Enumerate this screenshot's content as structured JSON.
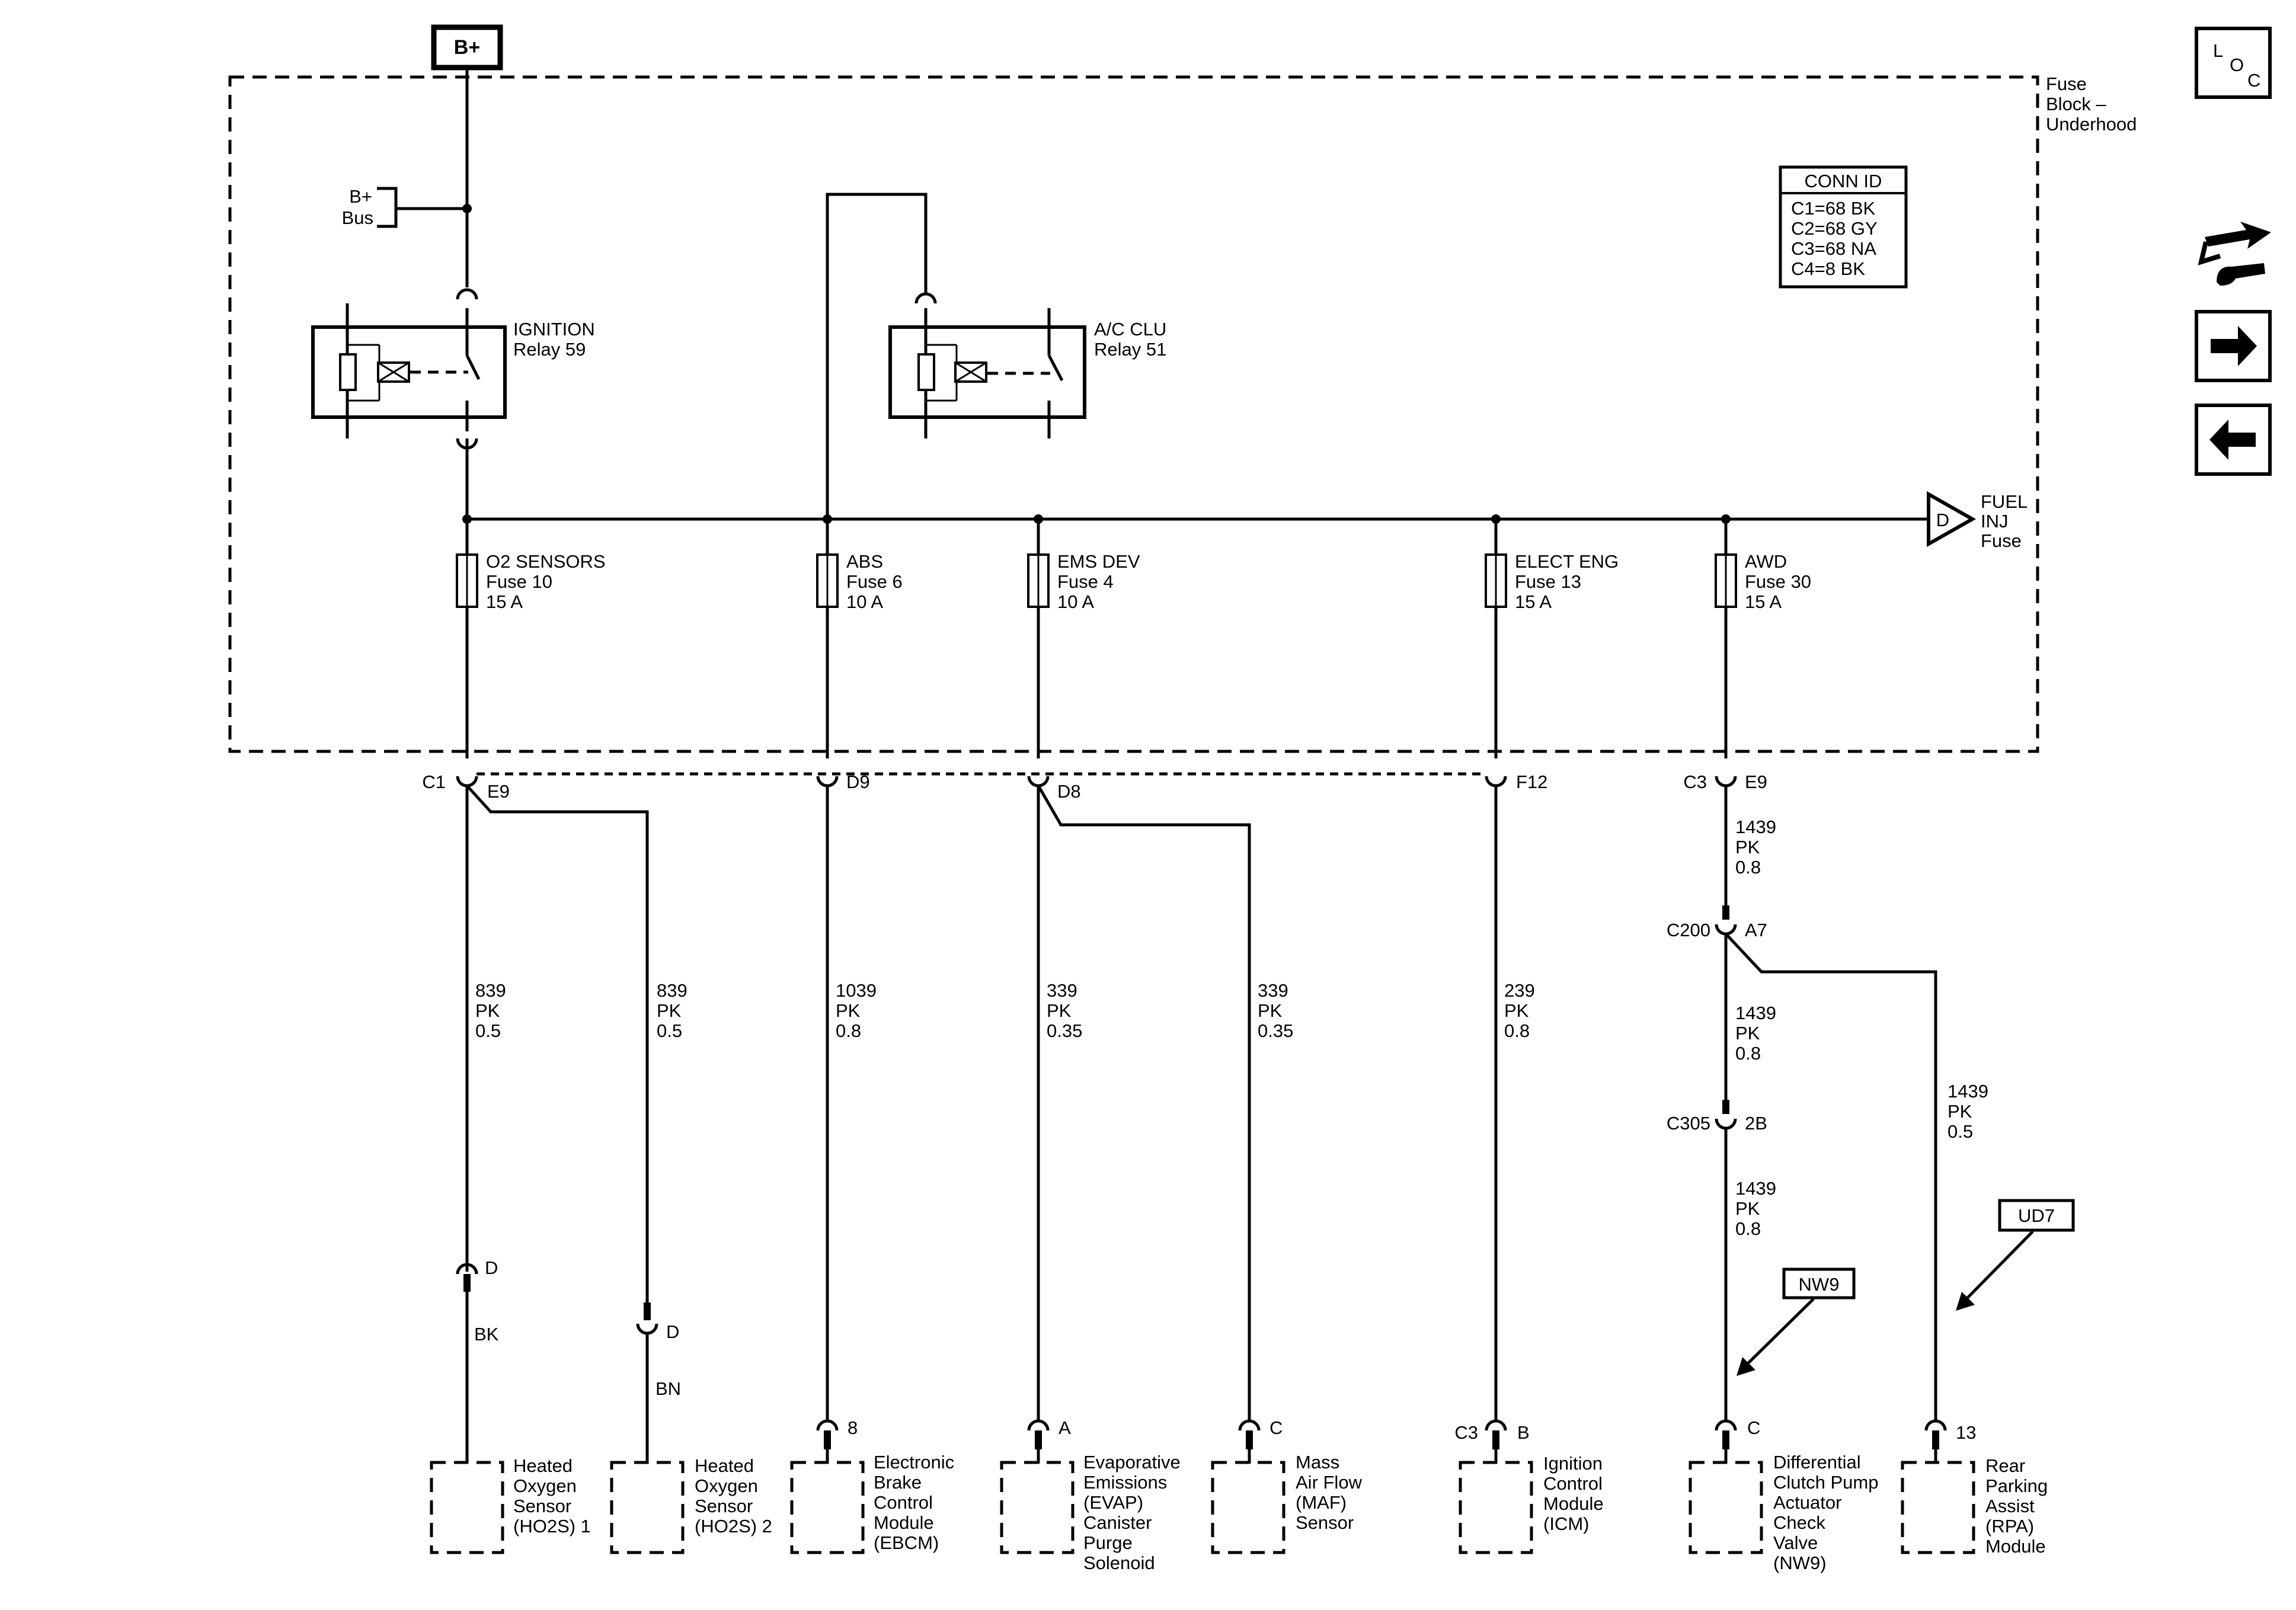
{
  "power": {
    "source": "B+",
    "bus_line1": "B+",
    "bus_line2": "Bus"
  },
  "fuse_block": {
    "line1": "Fuse",
    "line2": "Block –",
    "line3": "Underhood"
  },
  "conn_id": {
    "title": "CONN ID",
    "rows": [
      "C1=68 BK",
      "C2=68 GY",
      "C3=68 NA",
      "C4=8 BK"
    ]
  },
  "relays": [
    {
      "name": "IGNITION",
      "sub": "Relay 59"
    },
    {
      "name": "A/C CLU",
      "sub": "Relay 51"
    }
  ],
  "fuel_inj": {
    "letter": "D",
    "line1": "FUEL",
    "line2": "INJ",
    "line3": "Fuse"
  },
  "fuses": [
    {
      "name": "O2 SENSORS",
      "fuse": "Fuse 10",
      "amps": "15 A"
    },
    {
      "name": "ABS",
      "fuse": "Fuse 6",
      "amps": "10 A"
    },
    {
      "name": "EMS DEV",
      "fuse": "Fuse 4",
      "amps": "10 A"
    },
    {
      "name": "ELECT ENG",
      "fuse": "Fuse 13",
      "amps": "15 A"
    },
    {
      "name": "AWD",
      "fuse": "Fuse 30",
      "amps": "15 A"
    }
  ],
  "connectors": {
    "c1": "C1",
    "e9": "E9",
    "d9": "D9",
    "d8": "D8",
    "f12": "F12",
    "c3": "C3",
    "c3_e9": "E9",
    "c200": "C200",
    "a7": "A7",
    "c305": "C305",
    "b2": "2B"
  },
  "wires": [
    {
      "circuit": "839",
      "color": "PK",
      "size": "0.5"
    },
    {
      "circuit": "839",
      "color": "PK",
      "size": "0.5"
    },
    {
      "circuit": "1039",
      "color": "PK",
      "size": "0.8"
    },
    {
      "circuit": "339",
      "color": "PK",
      "size": "0.35"
    },
    {
      "circuit": "339",
      "color": "PK",
      "size": "0.35"
    },
    {
      "circuit": "239",
      "color": "PK",
      "size": "0.8"
    },
    {
      "circuit": "1439",
      "color": "PK",
      "size": "0.8"
    },
    {
      "circuit": "1439",
      "color": "PK",
      "size": "0.8"
    },
    {
      "circuit": "1439",
      "color": "PK",
      "size": "0.8"
    },
    {
      "circuit": "1439",
      "color": "PK",
      "size": "0.5"
    }
  ],
  "options": [
    "NW9",
    "UD7"
  ],
  "components": [
    {
      "pin": "D",
      "conn": "",
      "wire_color": "BK",
      "lines": [
        "Heated",
        "Oxygen",
        "Sensor",
        "(HO2S) 1"
      ]
    },
    {
      "pin": "D",
      "conn": "",
      "wire_color": "BN",
      "lines": [
        "Heated",
        "Oxygen",
        "Sensor",
        "(HO2S) 2"
      ]
    },
    {
      "pin": "8",
      "conn": "",
      "wire_color": "",
      "lines": [
        "Electronic",
        "Brake",
        "Control",
        "Module",
        "(EBCM)"
      ]
    },
    {
      "pin": "A",
      "conn": "",
      "wire_color": "",
      "lines": [
        "Evaporative",
        "Emissions",
        "(EVAP)",
        "Canister",
        "Purge",
        "Solenoid"
      ]
    },
    {
      "pin": "C",
      "conn": "",
      "wire_color": "",
      "lines": [
        "Mass",
        "Air Flow",
        "(MAF)",
        "Sensor"
      ]
    },
    {
      "pin": "B",
      "conn": "C3",
      "wire_color": "",
      "lines": [
        "Ignition",
        "Control",
        "Module",
        "(ICM)"
      ]
    },
    {
      "pin": "C",
      "conn": "",
      "wire_color": "",
      "lines": [
        "Differential",
        "Clutch Pump",
        "Actuator",
        "Check",
        "Valve",
        "(NW9)"
      ]
    },
    {
      "pin": "13",
      "conn": "",
      "wire_color": "",
      "lines": [
        "Rear",
        "Parking",
        "Assist",
        "(RPA)",
        "Module"
      ]
    }
  ],
  "nav": {
    "loc_l": "L",
    "loc_o": "O",
    "loc_c": "C",
    "forward": "→",
    "back": "←"
  }
}
